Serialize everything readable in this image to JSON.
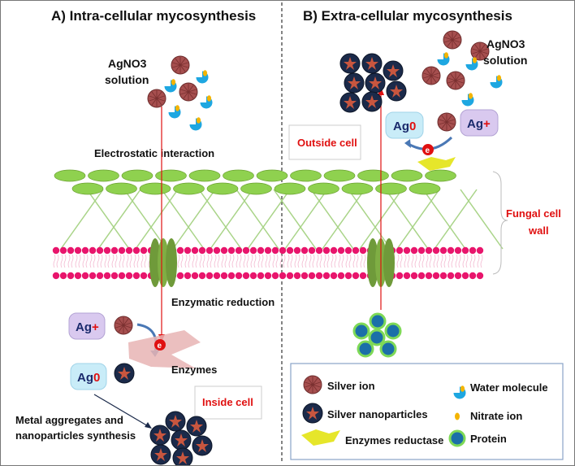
{
  "left": {
    "title": "A) Intra-cellular mycosynthesis",
    "agno3_line1": "AgNO3",
    "agno3_line2": "solution",
    "electrostatic": "Electrostatic interaction",
    "enzymatic": "Enzymatic reduction",
    "ag_plus_base": "Ag",
    "ag_plus_sign": "+",
    "ag_zero_base": "Ag",
    "ag_zero_digit": "0",
    "electron": "e",
    "enzymes": "Enzymes",
    "inside_cell": "Inside cell",
    "metal_line1": "Metal aggregates and",
    "metal_line2": "nanoparticles synthesis"
  },
  "right": {
    "title": "B) Extra-cellular mycosynthesis",
    "agno3_line1": "AgNO3",
    "agno3_line2": "solution",
    "outside_cell": "Outside cell",
    "ag_zero_base": "Ag",
    "ag_zero_digit": "0",
    "ag_plus_base": "Ag",
    "ag_plus_sign": "+",
    "electron": "e",
    "fungal_line1": "Fungal cell",
    "fungal_line2": "wall"
  },
  "legend": {
    "silver_ion": "Silver ion",
    "silver_nanoparticles": "Silver nanoparticles",
    "enzymes_reductase": "Enzymes reductase",
    "water_molecule": "Water molecule",
    "nitrate_ion": "Nitrate ion",
    "protein": "Protein"
  },
  "colors": {
    "silver_ion": "#a64f4f",
    "nanoparticle": "#1b2a4a",
    "water": "#1ea7e1",
    "nitrate": "#f4b400",
    "ellipse": "#8fd14f",
    "lipid": "#e8156c",
    "channel": "#6f9a3a",
    "enzyme_yellow": "#e6e62a",
    "protein_ring": "#7ed957",
    "protein_core": "#1b6fa8",
    "red_text": "#e01010",
    "ag_plus_box": "#d9c9ef",
    "ag_zero_box": "#c9ecf8"
  }
}
